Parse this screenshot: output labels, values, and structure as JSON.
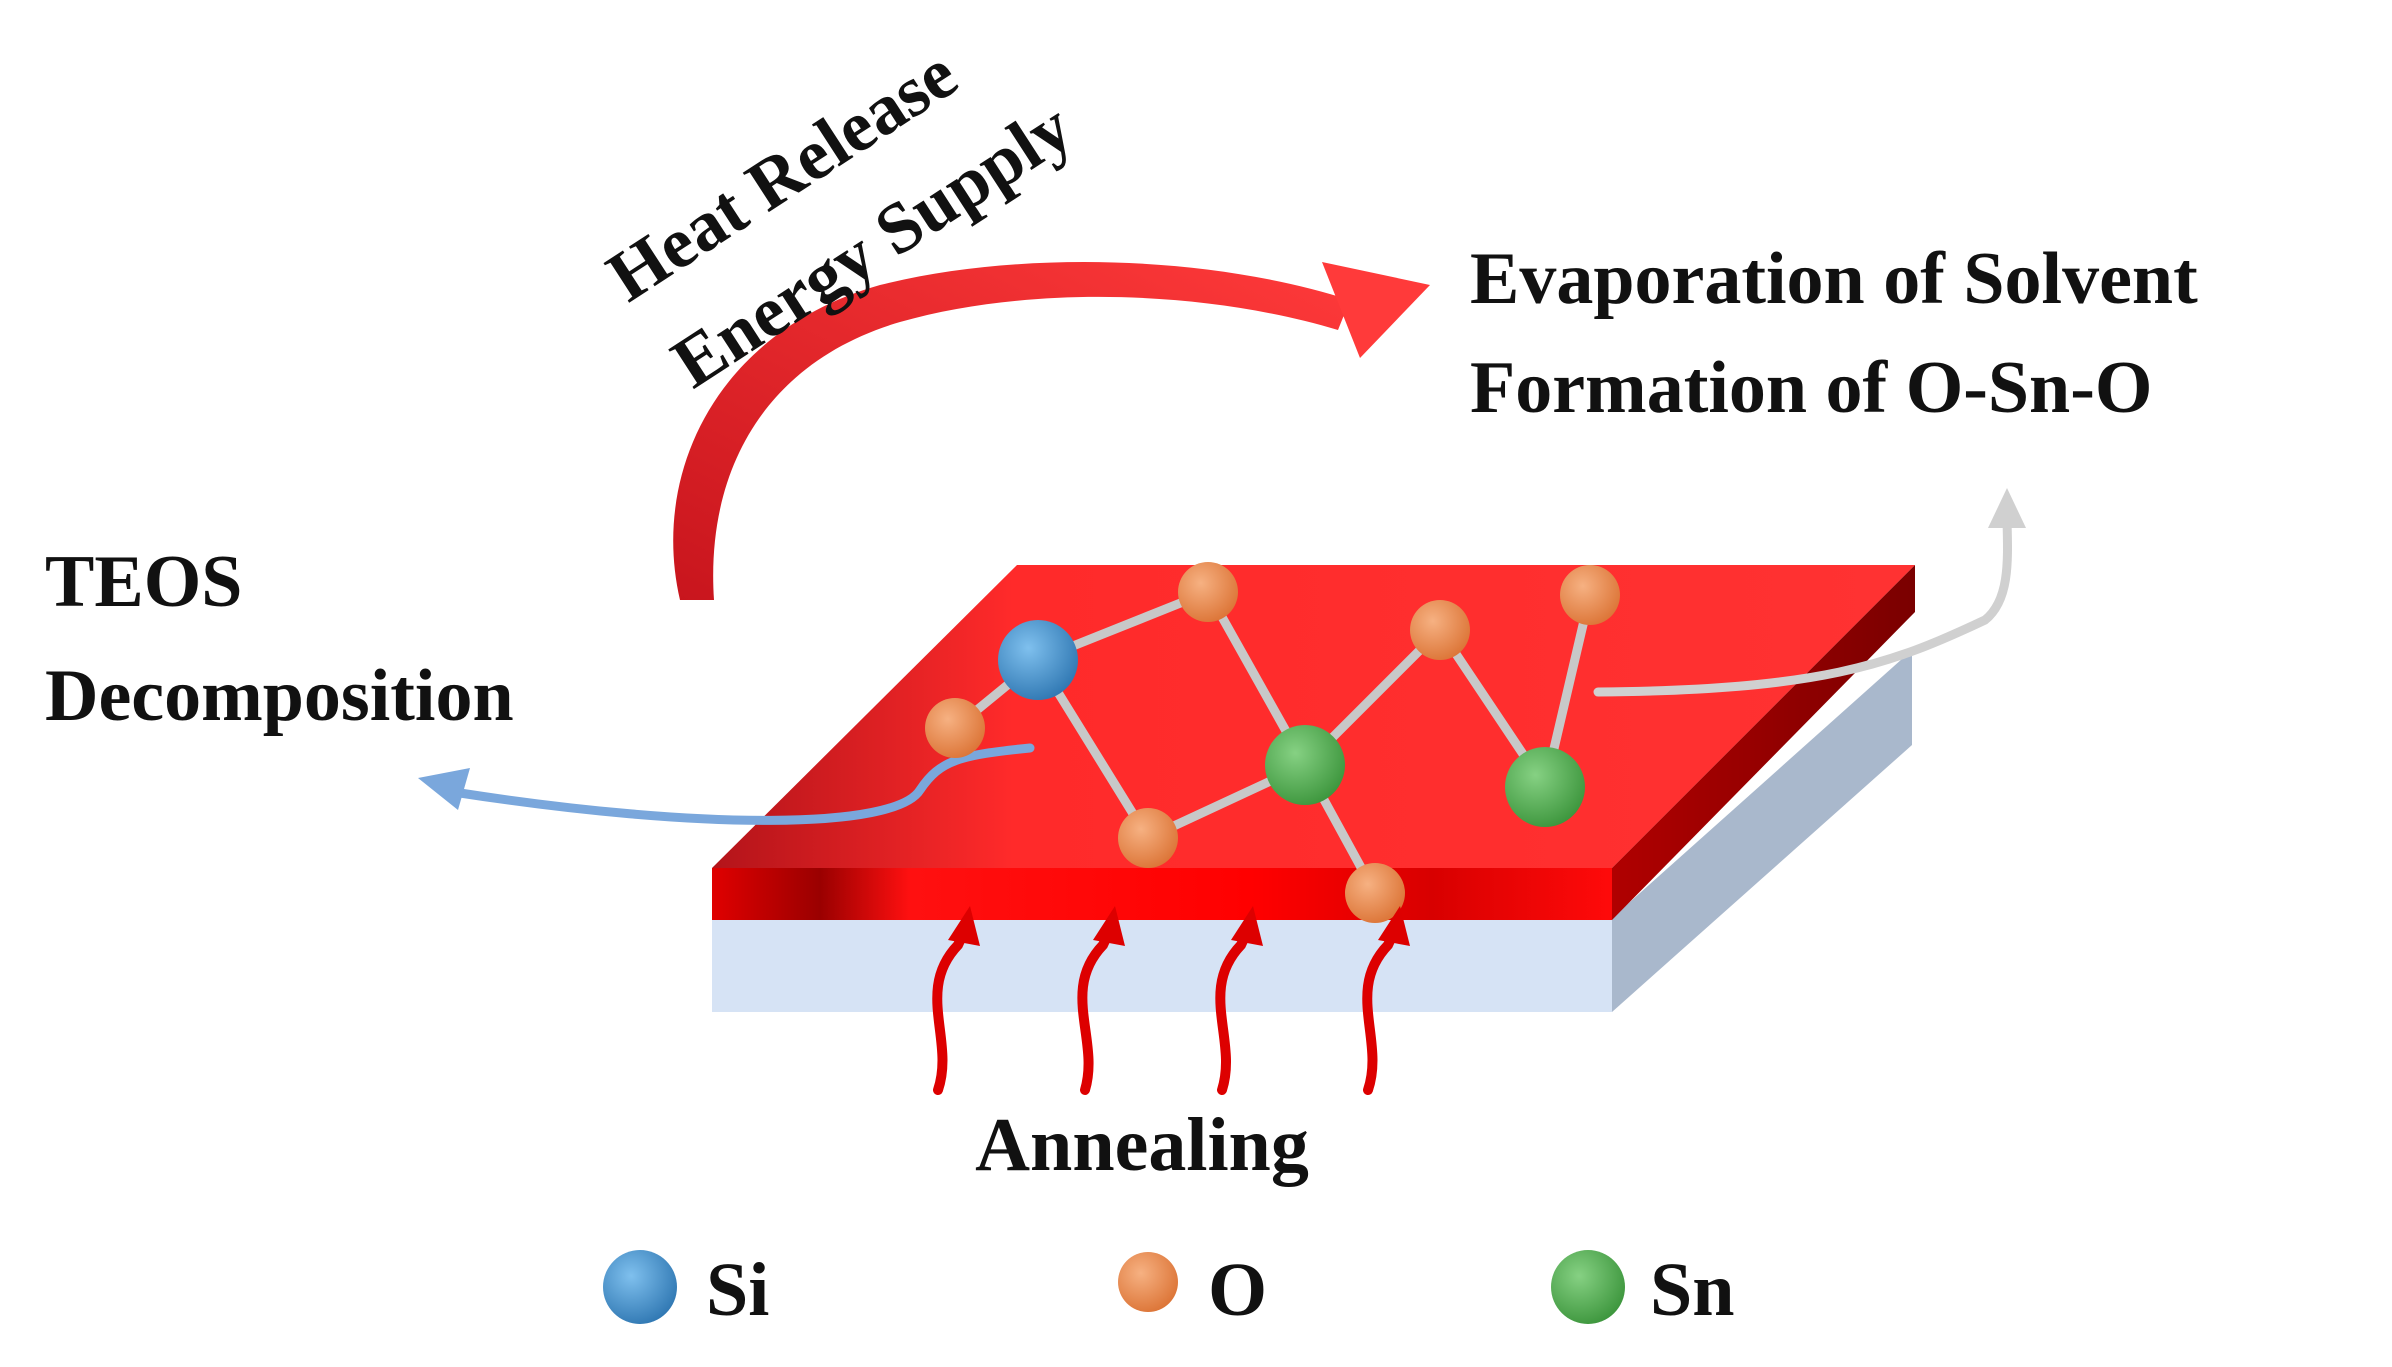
{
  "labels": {
    "heat_release": "Heat Release",
    "energy_supply": "Energy Supply",
    "evaporation": "Evaporation of Solvent",
    "formation": "Formation of O-Sn-O",
    "teos": "TEOS",
    "decomposition": "Decomposition",
    "annealing": "Annealing"
  },
  "legend": [
    {
      "symbol": "Si",
      "color": "#3f8fc6"
    },
    {
      "symbol": "O",
      "color": "#ec8a4c"
    },
    {
      "symbol": "Sn",
      "color": "#4fae4f"
    }
  ],
  "colors": {
    "substrate_top": "#ff2a2a",
    "substrate_side": "#cc0000",
    "substrate_base": "#d6e3f5",
    "bond": "#c8c8c8",
    "heat_arrow": "#e01818",
    "teos_arrow": "#7aa7dc",
    "solvent_arrow": "#d0d0d0",
    "anneal_arrow": "#dd0000"
  },
  "atoms": [
    {
      "element": "Si"
    },
    {
      "element": "O"
    },
    {
      "element": "O"
    },
    {
      "element": "O"
    },
    {
      "element": "O"
    },
    {
      "element": "Sn"
    },
    {
      "element": "O"
    },
    {
      "element": "O"
    },
    {
      "element": "Sn"
    }
  ]
}
